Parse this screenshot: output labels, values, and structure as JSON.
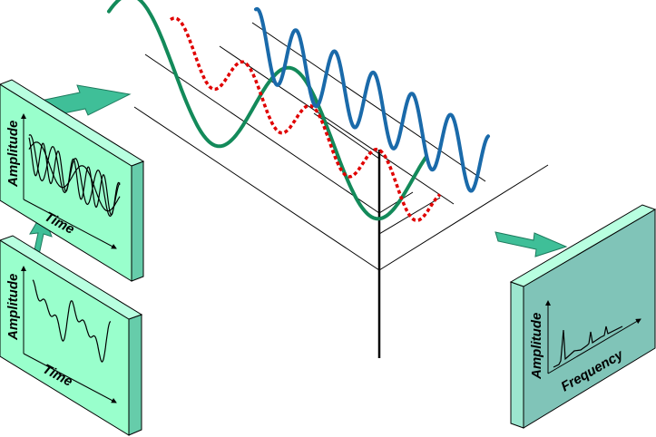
{
  "panels": {
    "time_top": {
      "ylabel": "Amplitude",
      "xlabel": "Time"
    },
    "time_bottom": {
      "ylabel": "Amplitude",
      "xlabel": "Time"
    },
    "frequency": {
      "ylabel": "Amplitude",
      "xlabel": "Frequency"
    }
  },
  "colors": {
    "panel_face": "#99ffcc",
    "panel_side": "#66ccaa",
    "freq_face": "#80c4b8",
    "freq_side": "#9ce6cf",
    "arrow": "#3fbf98",
    "wave_low": "#138a5a",
    "wave_mid": "#e00000",
    "wave_high": "#1a6aaa"
  }
}
